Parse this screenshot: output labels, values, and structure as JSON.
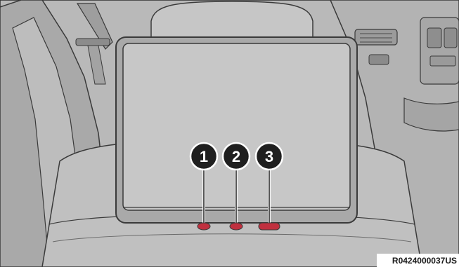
{
  "figure": {
    "reference_code": "R0424000037US",
    "callouts": [
      {
        "number": "1"
      },
      {
        "number": "2"
      },
      {
        "number": "3"
      }
    ]
  },
  "colors": {
    "background": "#b8b8b8",
    "screen": "#c4c4c4",
    "outline": "#3c3c3c",
    "callout_fill": "#1f1f1f",
    "button": "#c0303f"
  }
}
